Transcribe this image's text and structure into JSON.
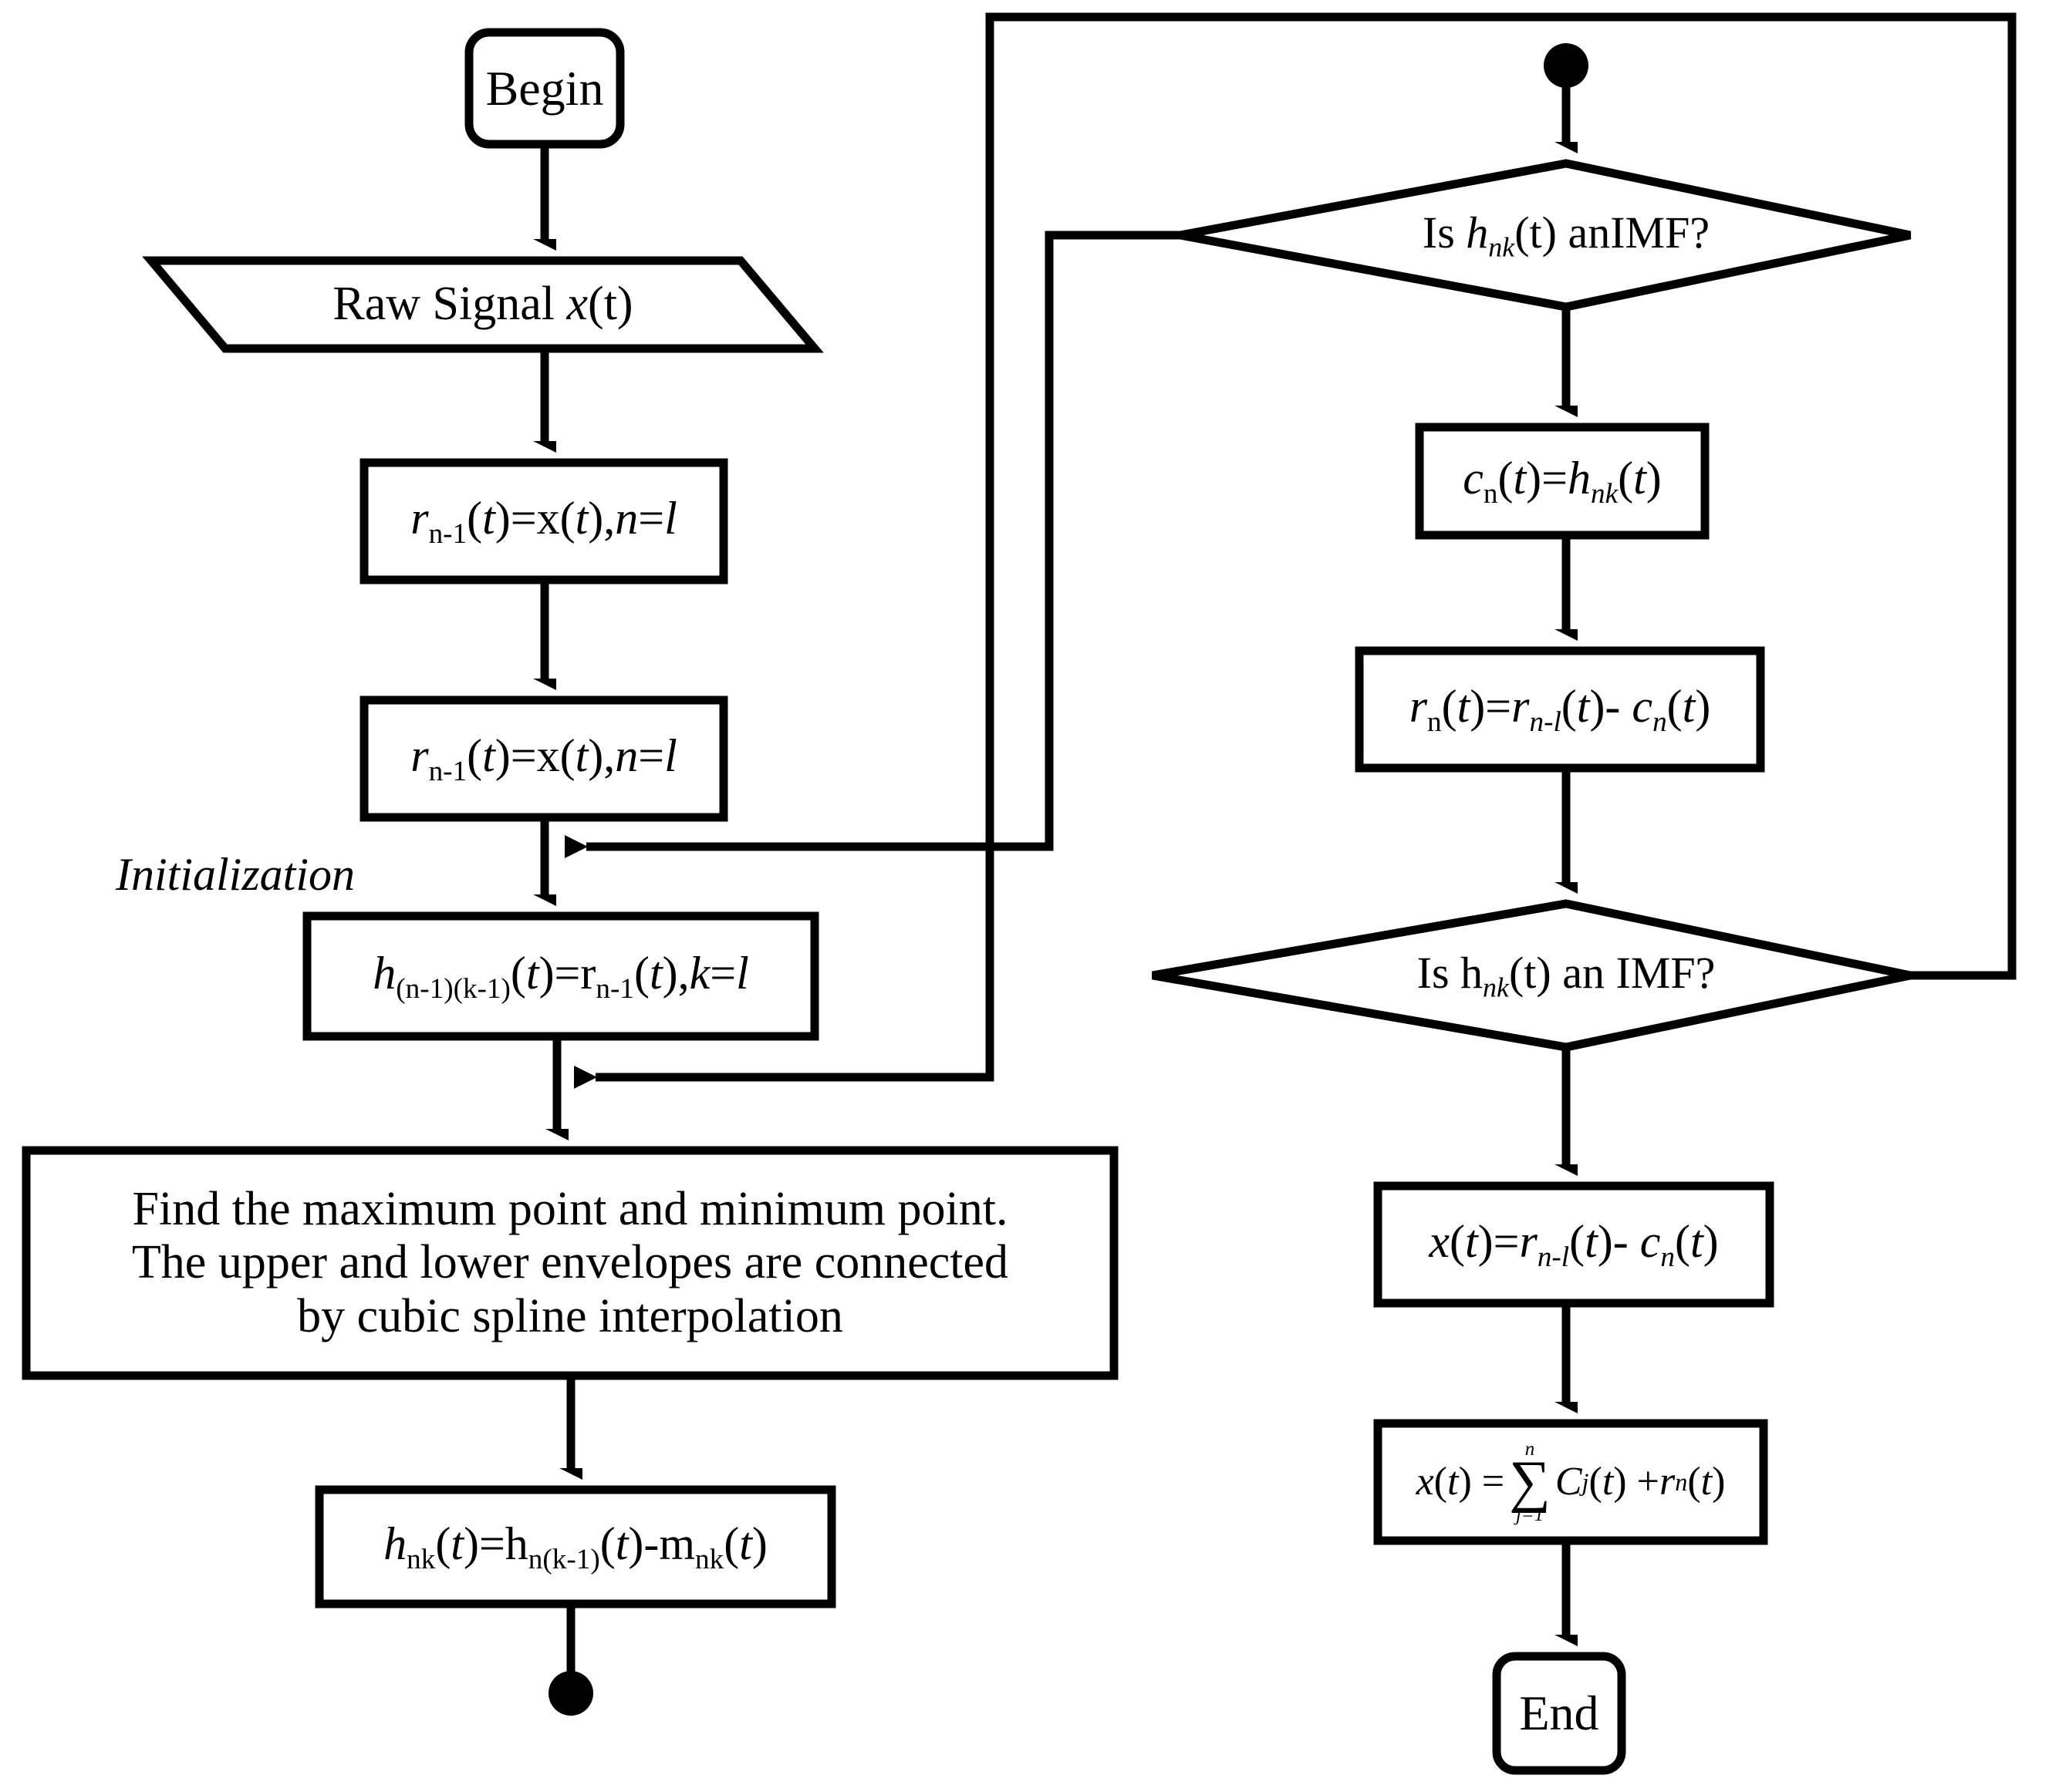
{
  "diagram": {
    "title": "EMD (Empirical Mode Decomposition) algorithm flowchart",
    "stroke_color": "#000000",
    "fill_color": "#ffffff",
    "background": "#ffffff"
  },
  "nodes": {
    "begin": {
      "label": "Begin",
      "shape": "terminal"
    },
    "raw_signal": {
      "label": "Raw Signal x(t)",
      "shape": "parallelogram"
    },
    "init_r1": {
      "label": "r n-1 (t)=x(t),n=l",
      "shape": "process"
    },
    "init_r2": {
      "label": "r n-1 (t)=x(t),n=l",
      "shape": "process"
    },
    "initialization_note": {
      "label": "Initialization",
      "shape": "annotation"
    },
    "init_h": {
      "label": "h (n-1)(k-1) (t)=r n-1 (t),k=l",
      "shape": "process"
    },
    "envelope": {
      "shape": "process",
      "lines": [
        "Find the maximum point and minimum point.",
        "The upper and lower envelopes are connected",
        "by cubic spline interpolation"
      ]
    },
    "h_update": {
      "label": "h nk (t)=h n(k-1) (t)-m nk (t)",
      "shape": "process"
    },
    "connector_bottom_left": {
      "label": "",
      "shape": "connector-dot"
    },
    "connector_top_right": {
      "label": "",
      "shape": "connector-dot"
    },
    "decision_1": {
      "label": "Is h nk (t) anIMF?",
      "shape": "decision"
    },
    "c_assign": {
      "label": "c n (t)=h nk (t)",
      "shape": "process"
    },
    "r_update": {
      "label": "r n (t)=r n-l (t)- c n (t)",
      "shape": "process"
    },
    "decision_2": {
      "label": "Is h nk (t) an IMF?",
      "shape": "decision"
    },
    "x_update": {
      "label": "x(t)=r n-l (t)- c n (t)",
      "shape": "process"
    },
    "summation": {
      "label": "x(t) = sum j=1..n C j (t) + r n (t)",
      "shape": "process"
    },
    "end": {
      "label": "End",
      "shape": "terminal"
    }
  },
  "text": {
    "begin": "Begin",
    "end": "End",
    "raw_signal_prefix": "Raw Signal ",
    "raw_signal_var": "x",
    "raw_signal_suffix": "(t)",
    "initialization": "Initialization",
    "envelope_line1": "Find the maximum point and minimum point.",
    "envelope_line2": "The upper and lower envelopes are connected",
    "envelope_line3": "by cubic spline interpolation",
    "decision1_pre": "Is ",
    "decision1_h": "h",
    "decision1_sub": "nk",
    "decision1_post": "(t) anIMF?",
    "decision2_pre": "Is h",
    "decision2_sub": "nk",
    "decision2_post": "(t) an IMF?",
    "sum_limit_upper": "n",
    "sum_limit_lower": "j=1",
    "sigma": "∑"
  },
  "edges": [
    {
      "from": "begin",
      "to": "raw_signal",
      "type": "arrow-down"
    },
    {
      "from": "raw_signal",
      "to": "init_r1",
      "type": "arrow-down"
    },
    {
      "from": "init_r1",
      "to": "init_r2",
      "type": "arrow-down"
    },
    {
      "from": "init_r2",
      "to": "init_h",
      "type": "arrow-down"
    },
    {
      "from": "init_h",
      "to": "envelope",
      "type": "arrow-down"
    },
    {
      "from": "envelope",
      "to": "h_update",
      "type": "arrow-down"
    },
    {
      "from": "h_update",
      "to": "connector_bottom_left",
      "type": "line-down"
    },
    {
      "from": "connector_top_right",
      "to": "decision_1",
      "type": "arrow-down"
    },
    {
      "from": "decision_1",
      "to": "c_assign",
      "type": "arrow-down"
    },
    {
      "from": "c_assign",
      "to": "r_update",
      "type": "arrow-down"
    },
    {
      "from": "r_update",
      "to": "decision_2",
      "type": "arrow-down"
    },
    {
      "from": "decision_2",
      "to": "x_update",
      "type": "arrow-down"
    },
    {
      "from": "x_update",
      "to": "summation",
      "type": "arrow-down"
    },
    {
      "from": "summation",
      "to": "end",
      "type": "arrow-down"
    },
    {
      "from": "decision_1",
      "to": "init_r2_join",
      "type": "feedback-left",
      "note": "left vertex of decision 1 routes left then down then into the vertical between init_r2 and init_h"
    },
    {
      "from": "decision_2",
      "to": "init_h_join",
      "type": "feedback-left",
      "note": "right vertex of decision 2 routes right, up and around to the vertical below init_h"
    }
  ]
}
